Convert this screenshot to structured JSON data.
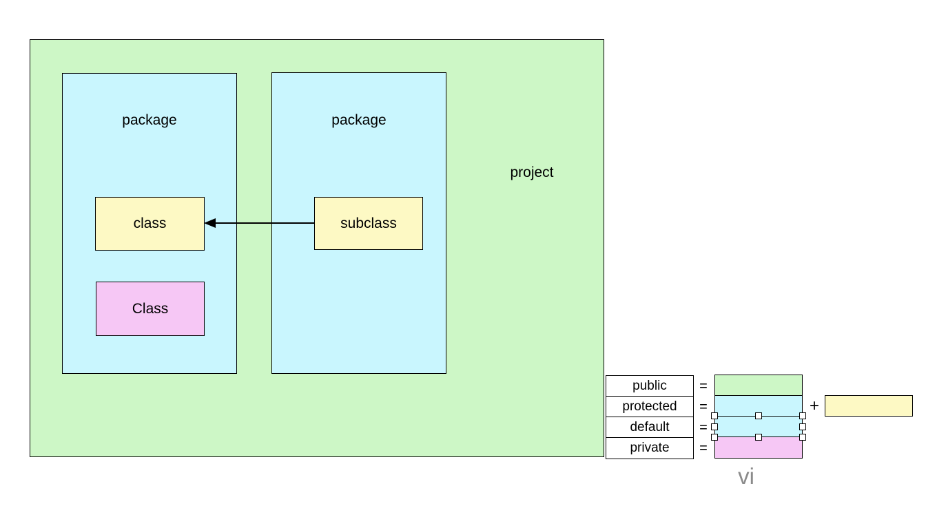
{
  "colors": {
    "project_green": "#cdf7c6",
    "package_cyan": "#c9f6fe",
    "class_yellow": "#fdf9c4",
    "class_pink": "#f6c7f5",
    "stroke_black": "#000000",
    "label_box_white": "#ffffff",
    "watermark_gray": "#8b8b8b"
  },
  "diagram": {
    "project_label": "project",
    "package1_label": "package",
    "package2_label": "package",
    "class_label": "class",
    "pink_class_label": "Class",
    "subclass_label": "subclass"
  },
  "legend": {
    "rows": [
      {
        "label": "public",
        "equals": "="
      },
      {
        "label": "protected",
        "equals": "="
      },
      {
        "label": "default",
        "equals": "="
      },
      {
        "label": "private",
        "equals": "="
      }
    ],
    "plus_sign": "+"
  },
  "watermark": "vi"
}
